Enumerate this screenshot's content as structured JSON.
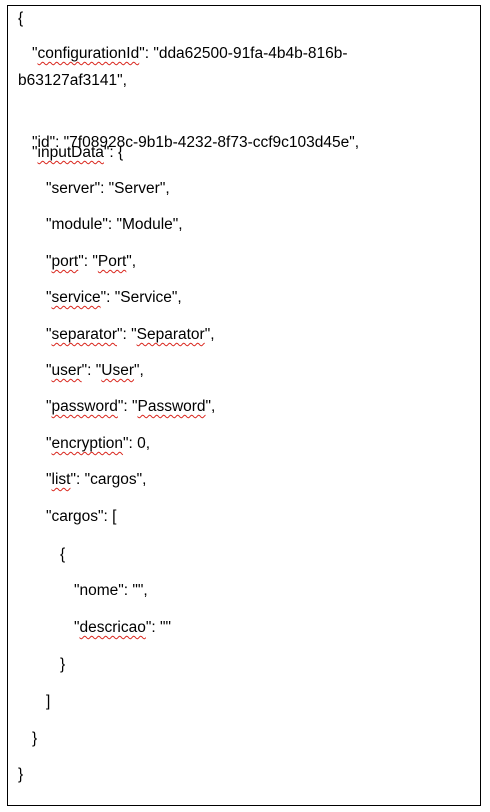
{
  "document": {
    "lines": [
      {
        "indent": 0,
        "segments": [
          {
            "t": "{"
          }
        ]
      },
      {
        "indent": 1,
        "segments": [
          {
            "t": "\""
          },
          {
            "t": "configurationId",
            "s": true
          },
          {
            "t": "\": \"dda62500-91fa-4b4b-816b-"
          }
        ]
      },
      {
        "indent": 0,
        "segments": [
          {
            "t": "b63127af3141\","
          }
        ]
      },
      {
        "indent": 1,
        "segments": [
          {
            "t": "\"id\": \"7f08928c-9b1b-4232-8f73-ccf9c103d45e\","
          }
        ]
      },
      {
        "indent": 1,
        "segments": [
          {
            "t": "\""
          },
          {
            "t": "inputData",
            "s": true
          },
          {
            "t": "\": {"
          }
        ]
      },
      {
        "indent": 2,
        "segments": [
          {
            "t": "\"server\": \"Server\","
          }
        ]
      },
      {
        "indent": 2,
        "segments": [
          {
            "t": "\"module\": \"Module\","
          }
        ]
      },
      {
        "indent": 2,
        "segments": [
          {
            "t": "\""
          },
          {
            "t": "port",
            "s": true
          },
          {
            "t": "\": \""
          },
          {
            "t": "Port",
            "s": true
          },
          {
            "t": "\","
          }
        ]
      },
      {
        "indent": 2,
        "segments": [
          {
            "t": "\""
          },
          {
            "t": "service",
            "s": true
          },
          {
            "t": "\": \"Service\","
          }
        ]
      },
      {
        "indent": 2,
        "segments": [
          {
            "t": "\""
          },
          {
            "t": "separator",
            "s": true
          },
          {
            "t": "\": \""
          },
          {
            "t": "Separator",
            "s": true
          },
          {
            "t": "\","
          }
        ]
      },
      {
        "indent": 2,
        "segments": [
          {
            "t": "\""
          },
          {
            "t": "user",
            "s": true
          },
          {
            "t": "\": \""
          },
          {
            "t": "User",
            "s": true
          },
          {
            "t": "\","
          }
        ]
      },
      {
        "indent": 2,
        "segments": [
          {
            "t": "\""
          },
          {
            "t": "password",
            "s": true
          },
          {
            "t": "\": \""
          },
          {
            "t": "Password",
            "s": true
          },
          {
            "t": "\","
          }
        ]
      },
      {
        "indent": 2,
        "segments": [
          {
            "t": "\""
          },
          {
            "t": "encryption",
            "s": true
          },
          {
            "t": "\": 0,"
          }
        ]
      },
      {
        "indent": 2,
        "segments": [
          {
            "t": "\""
          },
          {
            "t": "list",
            "s": true
          },
          {
            "t": "\": \"cargos\","
          }
        ]
      },
      {
        "indent": 2,
        "segments": [
          {
            "t": "\"cargos\": ["
          }
        ]
      },
      {
        "indent": 3,
        "segments": [
          {
            "t": "{"
          }
        ]
      },
      {
        "indent": 4,
        "segments": [
          {
            "t": "\"nome\": \"\","
          }
        ]
      },
      {
        "indent": 4,
        "segments": [
          {
            "t": "\""
          },
          {
            "t": "descricao",
            "s": true
          },
          {
            "t": "\": \"\""
          }
        ]
      },
      {
        "indent": 3,
        "segments": [
          {
            "t": "}"
          }
        ]
      },
      {
        "indent": 2,
        "segments": [
          {
            "t": "]"
          }
        ]
      },
      {
        "indent": 1,
        "segments": [
          {
            "t": "}"
          }
        ]
      },
      {
        "indent": 0,
        "segments": [
          {
            "t": "}"
          }
        ]
      }
    ]
  }
}
